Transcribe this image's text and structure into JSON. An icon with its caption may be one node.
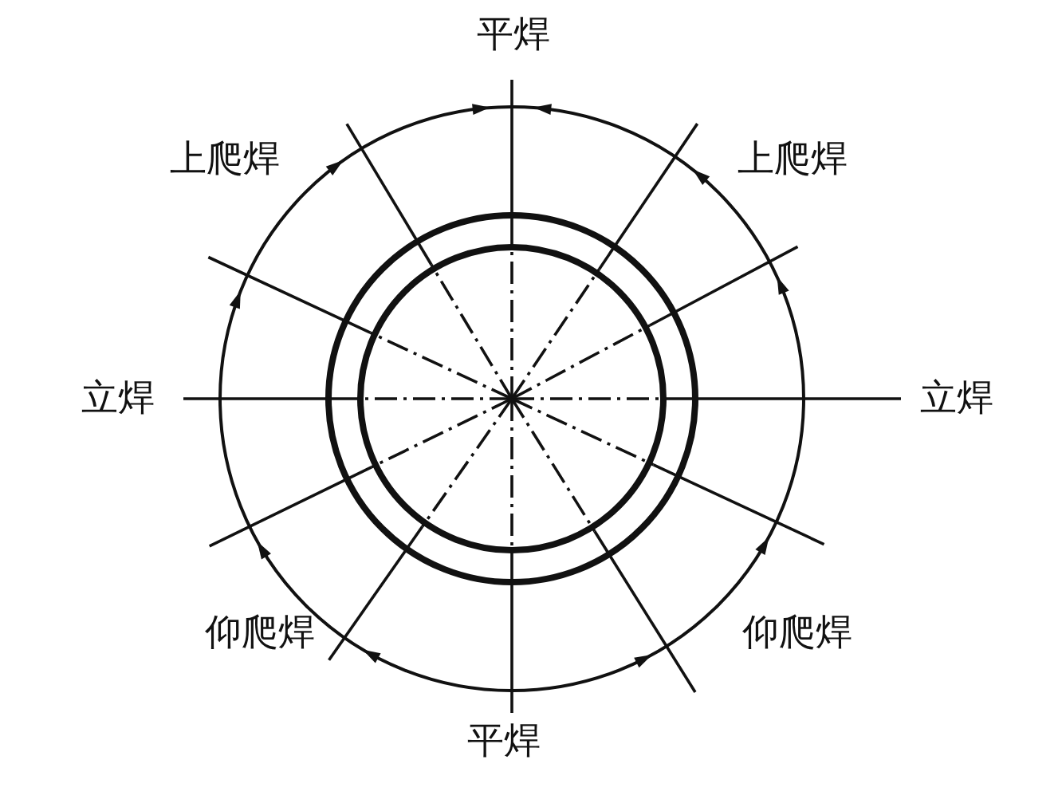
{
  "diagram": {
    "labels": [
      "平焊",
      "上爬焊",
      "上爬焊",
      "立焊",
      "立焊",
      "仰爬焊",
      "仰爬焊",
      "平焊"
    ]
  }
}
